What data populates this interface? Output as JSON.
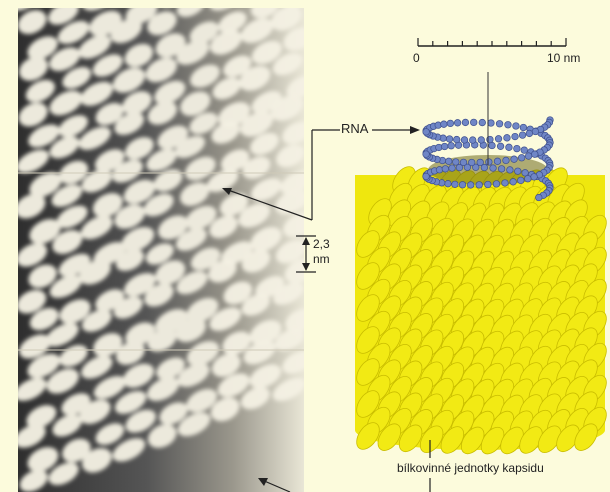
{
  "scale_bar": {
    "start_label": "0",
    "end_label": "10 nm"
  },
  "labels": {
    "rna": "RNA",
    "spacing_value": "2,3",
    "spacing_unit": "nm",
    "capsid_units": "bílkovinné jednotky kapsidu"
  },
  "colors": {
    "background": "#fcfbdc",
    "capsomere_fill": "#f2ea14",
    "capsomere_outline": "#c9bd00",
    "rna_bead": "#6f86c6",
    "micrograph_dark": "#3a3a3a",
    "micrograph_light": "#f1eee0"
  }
}
